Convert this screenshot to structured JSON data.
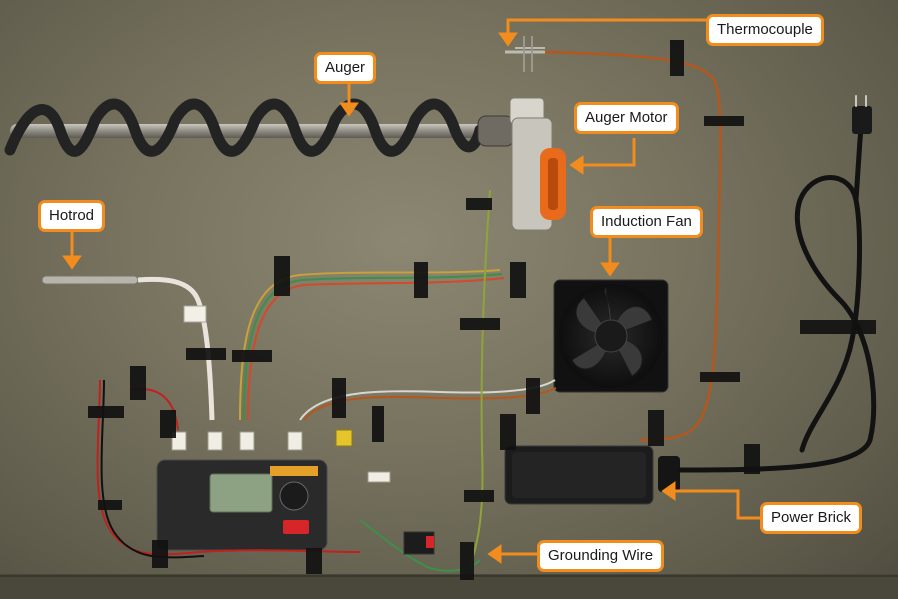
{
  "accent_color": "#f28c1c",
  "labels": {
    "thermocouple": "Thermocouple",
    "auger": "Auger",
    "auger_motor": "Auger Motor",
    "hotrod": "Hotrod",
    "induction_fan": "Induction Fan",
    "power_brick": "Power Brick",
    "grounding_wire": "Grounding Wire"
  },
  "photo_components": [
    "auger",
    "auger-motor",
    "hotrod",
    "induction-fan",
    "thermocouple",
    "controller",
    "power-brick",
    "power-cord",
    "grounding-wire",
    "wire-harness"
  ]
}
